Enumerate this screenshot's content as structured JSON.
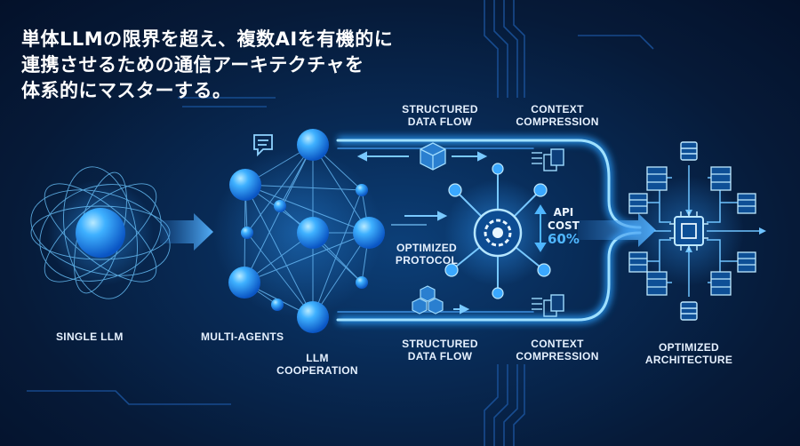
{
  "headline": {
    "line1": "単体LLMの限界を超え、複数AIを有機的に",
    "line2": "連携させるための通信アーキテクチャを",
    "line3": "体系的にマスターする。"
  },
  "labels": {
    "single_llm": "SINGLE LLM",
    "multi_agents": "MULTI-AGENTS",
    "llm_cooperation": [
      "LLM",
      "COOPERATION"
    ],
    "structured_top": [
      "STRUCTURED",
      "DATA FLOW"
    ],
    "context_top": [
      "CONTEXT",
      "COMPRESSION"
    ],
    "optimized_protocol": [
      "OPTIMIZED",
      "PROTOCOL"
    ],
    "structured_bottom": [
      "STRUCTURED",
      "DATA FLOW"
    ],
    "context_bottom": [
      "CONTEXT",
      "COMPRESSION"
    ],
    "optimized_architecture": [
      "OPTIMIZED",
      "ARCHITECTURE"
    ]
  },
  "api_cost": {
    "lines": [
      "API",
      "COST"
    ],
    "value": "60%"
  },
  "colors": {
    "background": "#061a38",
    "accent": "#3aa8ff",
    "glow": "#7fd0ff",
    "text": "#ffffff"
  },
  "icons": [
    "chat-bubble-icon",
    "cube-icon",
    "gear-hub-icon",
    "document-stack-icon",
    "cpu-chip-icon",
    "server-rack-icon",
    "database-icon",
    "arrow-right-icon"
  ]
}
